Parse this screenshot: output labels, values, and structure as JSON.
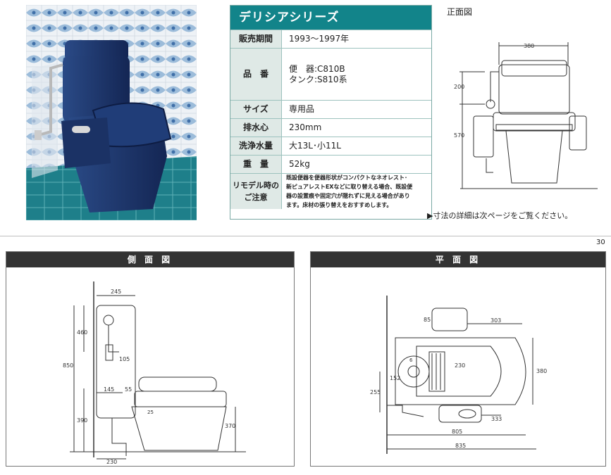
{
  "series_title": "デリシアシリーズ",
  "specs": [
    {
      "label": "販売期間",
      "lines": [
        "1993〜1997年"
      ]
    },
    {
      "label": "品　番",
      "lines": [
        "便　器:C810B",
        "タンク:S810系"
      ]
    },
    {
      "label": "サイズ",
      "lines": [
        "専用品"
      ]
    },
    {
      "label": "排水心",
      "lines": [
        "230mm"
      ]
    },
    {
      "label": "洗浄水量",
      "lines": [
        "大13L･小11L"
      ]
    },
    {
      "label": "重　量",
      "lines": [
        "52kg"
      ]
    },
    {
      "label_lines": [
        "リモデル時の",
        "ご注意"
      ],
      "lines": [
        "既設便器を便器形状がコンパクトなネオレスト･",
        "新ピュアレストEXなどに取り替える場合、既設便",
        "器の設置痕や固定穴が隠れずに見える場合があり",
        "ます。床材の張り替えをおすすめします。"
      ]
    }
  ],
  "front_view": {
    "title": "正面図",
    "dims": {
      "width": "380",
      "h1": "200",
      "h2": "570"
    }
  },
  "note": "▶寸法の詳細は次ページをご覧ください。",
  "page_number": "30",
  "side_view": {
    "title": "側 面 図",
    "dims": {
      "d245": "245",
      "d460": "460",
      "d850": "850",
      "d105": "105",
      "d145": "145",
      "d55": "55",
      "d390": "390",
      "d370": "370",
      "d230": "230",
      "d25": "25"
    }
  },
  "plan_view": {
    "title": "平 面 図",
    "dims": {
      "d85": "85",
      "d303": "303",
      "d6": "6",
      "d230": "230",
      "d152": "152",
      "d380": "380",
      "d255": "255",
      "d333": "333",
      "d805": "805",
      "d835": "835"
    }
  },
  "colors": {
    "header_teal": "#12848a",
    "label_bg": "#dfe9e6",
    "panel_header": "#333333",
    "toilet_navy": "#1d3566"
  }
}
